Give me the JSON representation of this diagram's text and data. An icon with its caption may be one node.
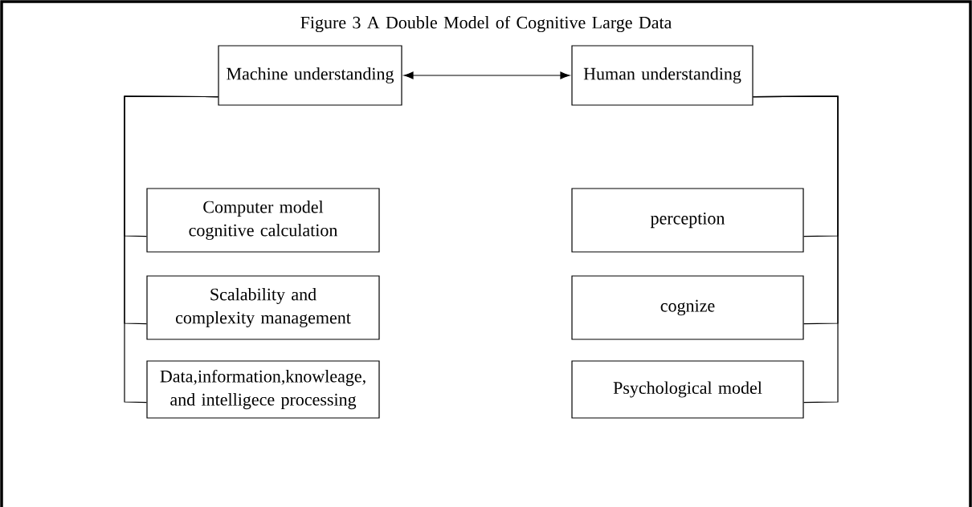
{
  "diagram": {
    "title": "Figure 3 A Double Model of Cognitive Large Data",
    "nodes": [
      {
        "text": [
          "Machine understanding"
        ]
      },
      {
        "text": [
          "Human understanding"
        ]
      },
      {
        "text": [
          "Computer model cognitive calculation"
        ]
      },
      {
        "text": [
          "Scalability and complexity management"
        ]
      },
      {
        "text": [
          "Data,information,knowleage, and intelligece processing"
        ]
      },
      {
        "text": [
          "perception"
        ]
      },
      {
        "text": [
          "cognize"
        ]
      },
      {
        "text": [
          "Psychological model"
        ]
      }
    ],
    "edges": [
      {
        "from": 0,
        "to": 1,
        "arrow": "both"
      },
      {
        "from": 0,
        "to": 2,
        "arrow": "none"
      },
      {
        "from": 0,
        "to": 3,
        "arrow": "none"
      },
      {
        "from": 0,
        "to": 4,
        "arrow": "none"
      },
      {
        "from": 1,
        "to": 5,
        "arrow": "none"
      },
      {
        "from": 1,
        "to": 6,
        "arrow": "none"
      },
      {
        "from": 1,
        "to": 7,
        "arrow": "none"
      }
    ]
  }
}
